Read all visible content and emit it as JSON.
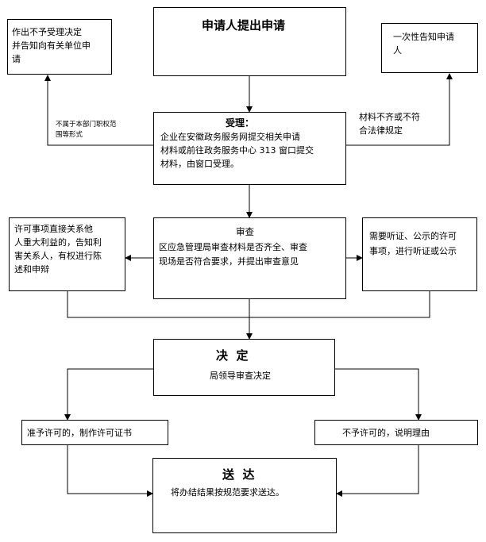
{
  "start": {
    "title": "申请人提出申请"
  },
  "reject_notice": {
    "text": "作出不予受理决定\n并告知向有关单位申\n请"
  },
  "one_time_notice": {
    "text": "一次性告知申请\n人"
  },
  "edge_not_in_scope": {
    "text": "不属于本部门职权范\n围等形式"
  },
  "edge_incomplete": {
    "text": "材料不齐或不符\n合法律规定"
  },
  "accept": {
    "title": "受理：",
    "text": "企业在安徽政务服务网提交相关申请\n材料或前往政务服务中心 313 窗口提交\n材料，由窗口受理。"
  },
  "review": {
    "title": "审查",
    "text": "区应急管理局审查材料是否齐全、审查\n现场是否符合要求，并提出审查意见"
  },
  "stakeholder": {
    "text": "许可事项直接关系他\n人重大利益的，告知利\n害关系人，有权进行陈\n述和申辩"
  },
  "hearing": {
    "text": "需要听证、公示的许可\n事项，进行听证或公示"
  },
  "decision": {
    "title": "决  定",
    "text": "局领导审查决定"
  },
  "grant": {
    "text": "准予许可的，制作许可证书"
  },
  "deny": {
    "text": "不予许可的，说明理由"
  },
  "deliver": {
    "title": "送  达",
    "text": "将办结结果按规范要求送达。"
  }
}
